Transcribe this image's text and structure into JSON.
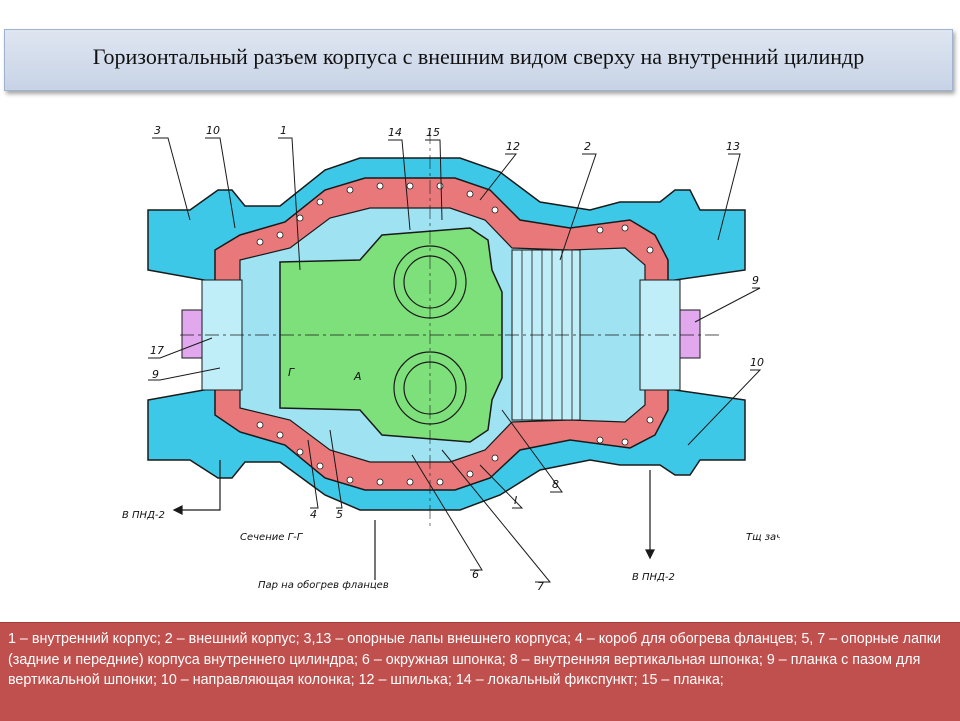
{
  "title": "Горизонтальный разъем корпуса с внешним видом сверху на внутренний цилиндр",
  "diagram": {
    "callouts": [
      "3",
      "10",
      "1",
      "14",
      "15",
      "12",
      "2",
      "13",
      "9",
      "17",
      "9",
      "10",
      "4",
      "5",
      "6",
      "7",
      "8",
      "I",
      "А",
      "Г"
    ],
    "notes": {
      "pnd_left": "В ПНД-2",
      "pnd_right": "В ПНД-2",
      "section": "Сечение Г-Г",
      "steam": "Пар на обогрев фланцев",
      "cut_right": "Тщ зач"
    },
    "colors": {
      "outer": "#3ec8e8",
      "inner_red": "#e8787a",
      "inner_green": "#7ee07a",
      "light_blue": "#9fe3f3",
      "flange_pink": "#e2a8ee",
      "line": "#1a1a1a"
    }
  },
  "caption": "1 – внутренний корпус; 2 – внешний корпус; 3,13 – опорные лапы внешнего корпуса; 4 – короб для обогрева фланцев; 5, 7 – опорные лапки (задние и передние) корпуса внутреннего цилиндра; 6 – окружная шпонка; 8 – внутренняя вертикальная шпонка; 9 – планка с пазом для вертикальной шпонки; 10 – направляющая колонка; 12 – шпилька; 14 – локальный фикспункт; 15 – планка;"
}
